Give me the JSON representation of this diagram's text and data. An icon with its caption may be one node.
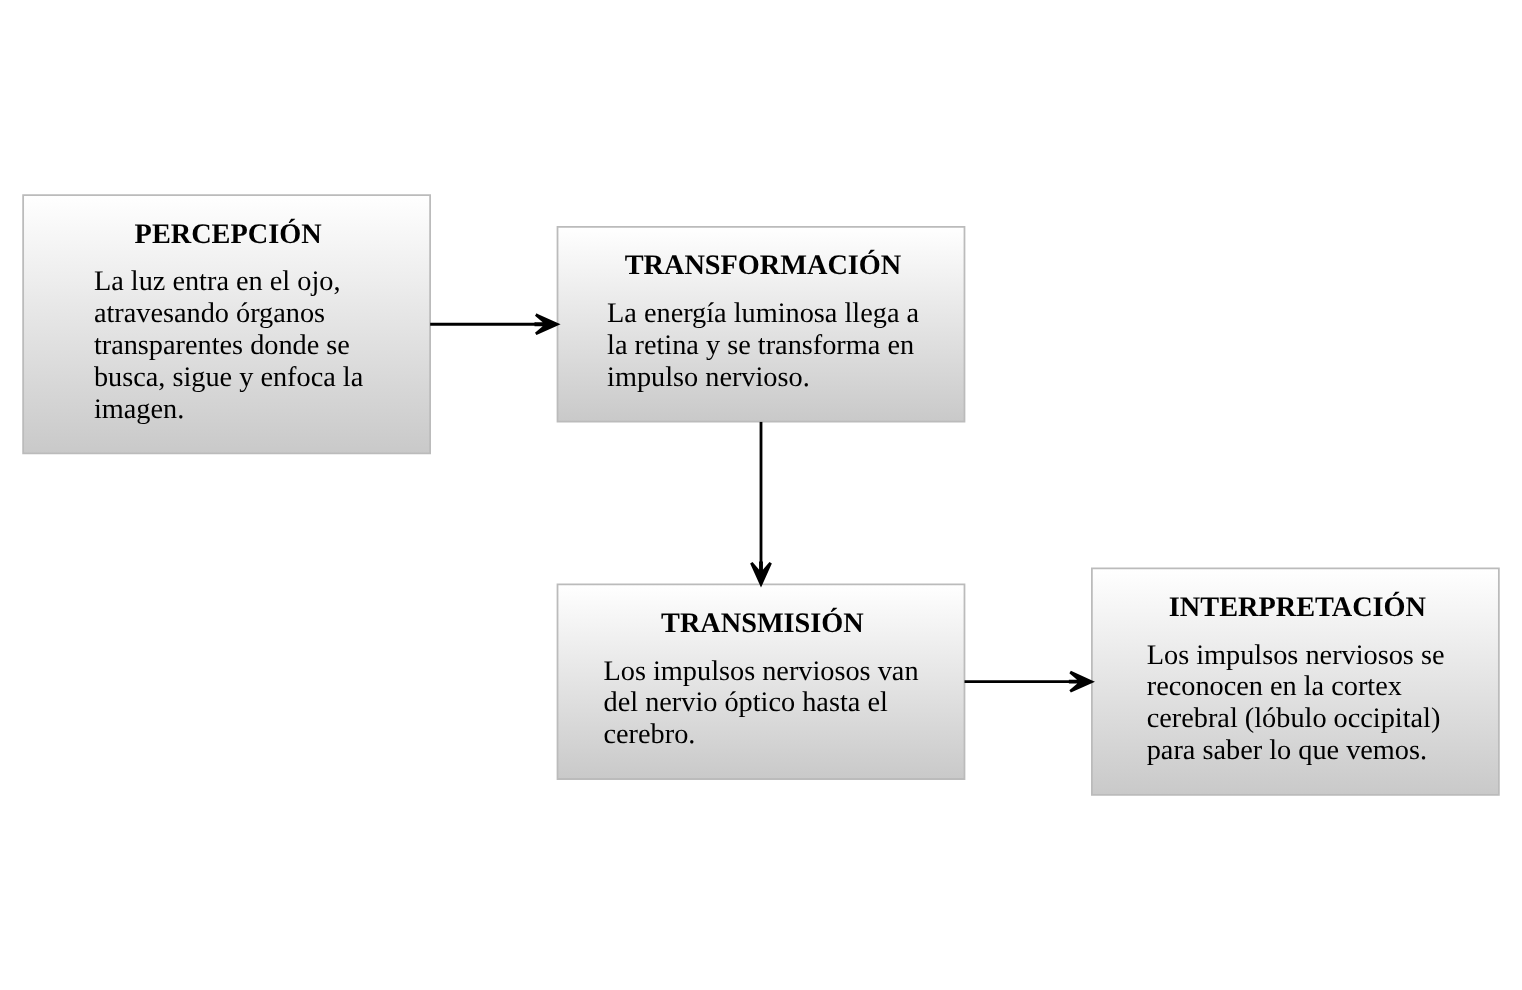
{
  "diagram": {
    "nodes": [
      {
        "text": [
          "PERCEPCIÓN",
          "La luz entra en el ojo, atravesando órganos transparentes donde se busca, sigue y enfoca la imagen."
        ]
      },
      {
        "text": [
          "TRANSFORMACIÓN",
          "La energía luminosa llega a la retina y se transforma en impulso nervioso."
        ]
      },
      {
        "text": [
          "TRANSMISIÓN",
          "Los impulsos nerviosos van del nervio óptico hasta el cerebro."
        ]
      },
      {
        "text": [
          "INTERPRETACIÓN",
          "Los impulsos nerviosos se reconocen en la cortex cerebral (lóbulo occipital) para saber lo que vemos."
        ]
      }
    ],
    "edges": [
      {
        "from": 0,
        "to": 1,
        "arrow": "to"
      },
      {
        "from": 1,
        "to": 2,
        "arrow": "to"
      },
      {
        "from": 2,
        "to": 3,
        "arrow": "to"
      }
    ]
  }
}
